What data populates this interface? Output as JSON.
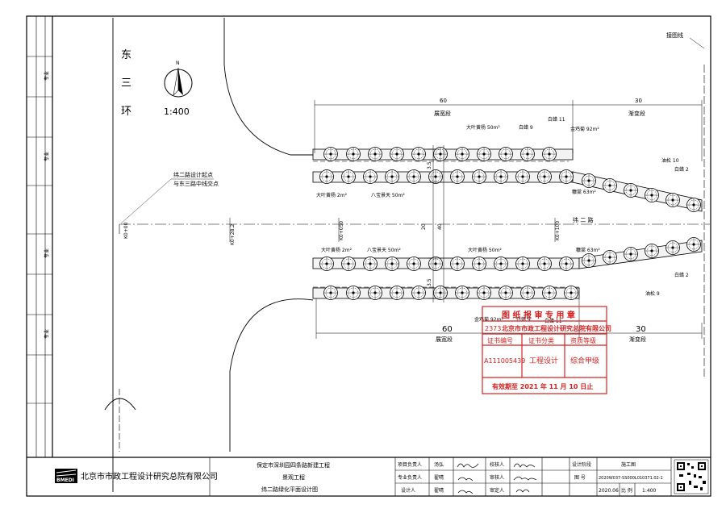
{
  "drawing": {
    "road_east_label": [
      "东",
      "三",
      "环"
    ],
    "north_label": "N",
    "scale_label": "1:400",
    "border_note": "接图线",
    "start_note": [
      "纬二路设计起点",
      "与东三路中线交点"
    ],
    "road_name": "纬 二 路",
    "stations": [
      "K0+00",
      "K0+28.2",
      "K0+050",
      "K0+100"
    ],
    "dims_top": {
      "expand_len": "60",
      "expand_label": "展宽段",
      "transition_len": "30",
      "transition_label": "渐变段"
    },
    "dims_bottom": {
      "expand_len": "60",
      "expand_label": "展宽段",
      "transition_len": "30",
      "transition_label": "渐变段"
    },
    "widths": [
      "3.5",
      "20",
      "40",
      "3.5"
    ],
    "plants_top_outer": {
      "a": "大叶黄杨 50m²",
      "b": "白蜡 9",
      "c": "白蜡 11",
      "d": "金鸡菊 92m²"
    },
    "plants_top_inner": {
      "a": "大叶黄杨 2m²",
      "b": "八宝景天 50m²",
      "c": "糠棠 63m²",
      "d": "油松 10",
      "e": "白蜡 2"
    },
    "plants_bottom_inner": {
      "a": "大叶黄杨 2m²",
      "b": "八宝景天 50m²",
      "c": "大叶黄杨 50m²",
      "d": "糠棠 63m²",
      "e": "白蜡 2",
      "f": "油松 9"
    },
    "plants_bottom_outer": {
      "a": "金鸡菊 92m²",
      "b": "白蜡 9",
      "c": "白蜡 11"
    },
    "left_margin_label": "专业"
  },
  "stamp": {
    "title": "图 纸 报 审 专 用 章",
    "org_no": "2373",
    "org": "北京市市政工程设计研究总院有限公司",
    "headers": [
      "证书编号",
      "证书分类",
      "资质等级"
    ],
    "values": [
      "A111005439",
      "工程设计",
      "综合甲级"
    ],
    "valid": "有效期至 2021 年 11 月 10 日止"
  },
  "title_block": {
    "company": "北京市市政工程设计研究总院有限公司",
    "logo": "BMEDI",
    "project_lines": [
      "保定市深圳园四条路新建工程",
      "景观工程",
      "纬二路绿化平面设计图"
    ],
    "rows": [
      [
        "项目负责人",
        "汤弘",
        "",
        "校核人",
        "周利民",
        "",
        "设计阶段",
        "施工图"
      ],
      [
        "专业负责人",
        "翟晴",
        "",
        "审核人",
        "李博阳",
        "",
        "图 号",
        "2020W037-SS000L010371.02-1"
      ],
      [
        "设计人",
        "翟晴",
        "",
        "审定人",
        "赵新华",
        "",
        "2020.06",
        "比 例",
        "1:400"
      ]
    ],
    "sign_marks": [
      "汤弘",
      "翟晴",
      "翟晴",
      "周利民",
      "李博阳",
      "赵新华"
    ]
  }
}
